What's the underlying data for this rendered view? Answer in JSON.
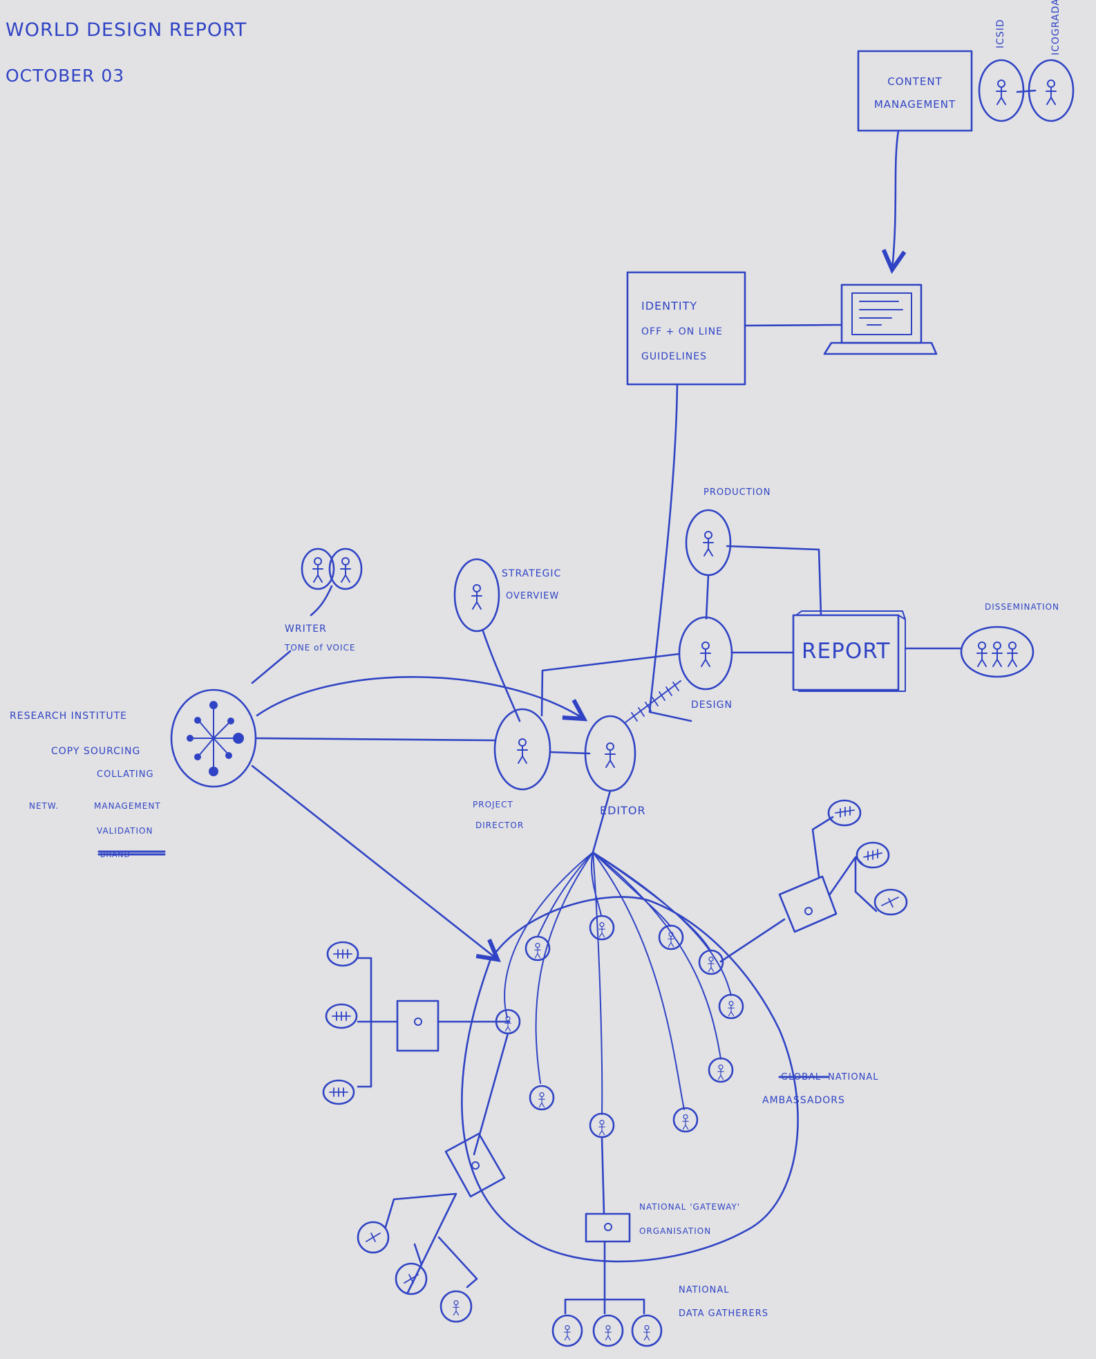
{
  "header": {
    "title": "WORLD DESIGN REPORT",
    "date": "OCTOBER 03"
  },
  "top_right": {
    "org_left": "ICSID",
    "org_right": "ICOGRADA",
    "content_management_line1": "CONTENT",
    "content_management_line2": "MANAGEMENT"
  },
  "identity": {
    "line1": "IDENTITY",
    "line2": "OFF + ON LINE",
    "line3": "GUIDELINES"
  },
  "roles": {
    "production": "PRODUCTION",
    "strategic_line1": "STRATEGIC",
    "strategic_line2": "OVERVIEW",
    "writer_line1": "WRITER",
    "writer_line2": "TONE of VOICE",
    "design": "DESIGN",
    "report": "REPORT",
    "dissemination": "DISSEMINATION",
    "project_director_line1": "PROJECT",
    "project_director_line2": "DIRECTOR",
    "editor": "EDITOR"
  },
  "research": {
    "title": "RESEARCH INSTITUTE",
    "item1": "COPY SOURCING",
    "item2": "COLLATING",
    "netw": "NETW.",
    "item3": "MANAGEMENT",
    "item4": "VALIDATION",
    "item5": "BRAND"
  },
  "network": {
    "ambassadors_struck": "GLOBAL",
    "ambassadors_line1": "NATIONAL",
    "ambassadors_line2": "AMBASSADORS",
    "gateway_line1": "NATIONAL 'GATEWAY'",
    "gateway_line2": "ORGANISATION",
    "gatherers_line1": "NATIONAL",
    "gatherers_line2": "DATA GATHERERS"
  }
}
